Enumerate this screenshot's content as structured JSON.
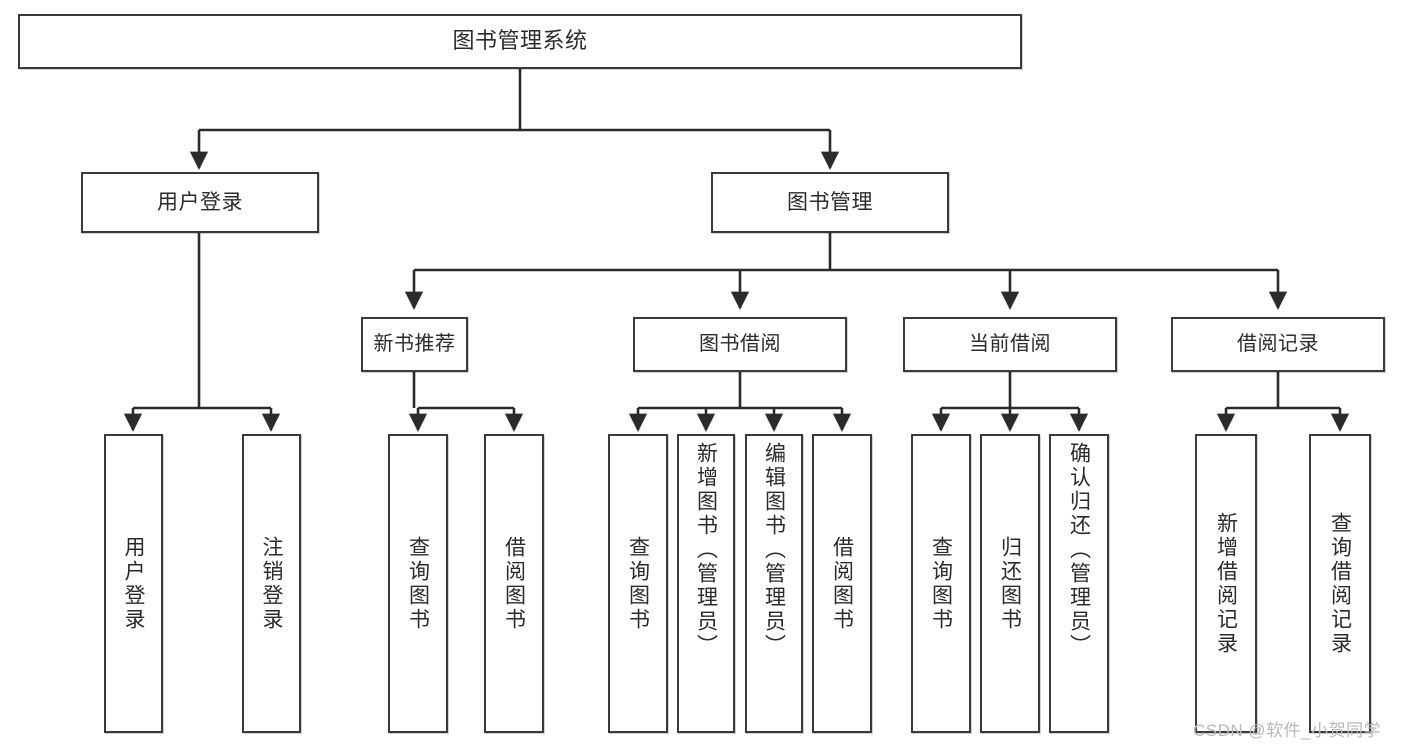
{
  "diagram": {
    "type": "hierarchy-tree",
    "title": "图书管理系统",
    "colors": {
      "box_border": "#3a3a3a",
      "box_fill": "#ffffff",
      "edge": "#2b2b2b",
      "text": "#2b2b2b",
      "watermark": "#b9b9b9"
    },
    "nodes": {
      "root": {
        "label": "图书管理系统"
      },
      "level1": [
        {
          "id": "user-login",
          "label": "用户登录"
        },
        {
          "id": "book-management",
          "label": "图书管理"
        }
      ],
      "level2": [
        {
          "id": "new-book-recommend",
          "label": "新书推荐"
        },
        {
          "id": "book-borrow",
          "label": "图书借阅"
        },
        {
          "id": "current-borrow",
          "label": "当前借阅"
        },
        {
          "id": "borrow-record",
          "label": "借阅记录"
        }
      ],
      "leaves": [
        {
          "id": "leaf-user-login",
          "label": "用户登录",
          "parent": "user-login"
        },
        {
          "id": "leaf-logout-login",
          "label": "注销登录",
          "parent": "user-login"
        },
        {
          "id": "leaf-query-book-1",
          "label": "查询图书",
          "parent": "new-book-recommend"
        },
        {
          "id": "leaf-borrow-book-1",
          "label": "借阅图书",
          "parent": "new-book-recommend"
        },
        {
          "id": "leaf-query-book-2",
          "label": "查询图书",
          "parent": "book-borrow"
        },
        {
          "id": "leaf-add-book",
          "label": "新增图书（管理员）",
          "parent": "book-borrow"
        },
        {
          "id": "leaf-edit-book",
          "label": "编辑图书（管理员）",
          "parent": "book-borrow"
        },
        {
          "id": "leaf-borrow-book-2",
          "label": "借阅图书",
          "parent": "book-borrow"
        },
        {
          "id": "leaf-query-book-3",
          "label": "查询图书",
          "parent": "current-borrow"
        },
        {
          "id": "leaf-return-book",
          "label": "归还图书",
          "parent": "current-borrow"
        },
        {
          "id": "leaf-confirm-return",
          "label": "确认归还（管理员）",
          "parent": "current-borrow"
        },
        {
          "id": "leaf-add-record",
          "label": "新增借阅记录",
          "parent": "borrow-record"
        },
        {
          "id": "leaf-query-record",
          "label": "查询借阅记录",
          "parent": "borrow-record"
        }
      ]
    },
    "watermark": "CSDN @软件_小贺同学"
  }
}
